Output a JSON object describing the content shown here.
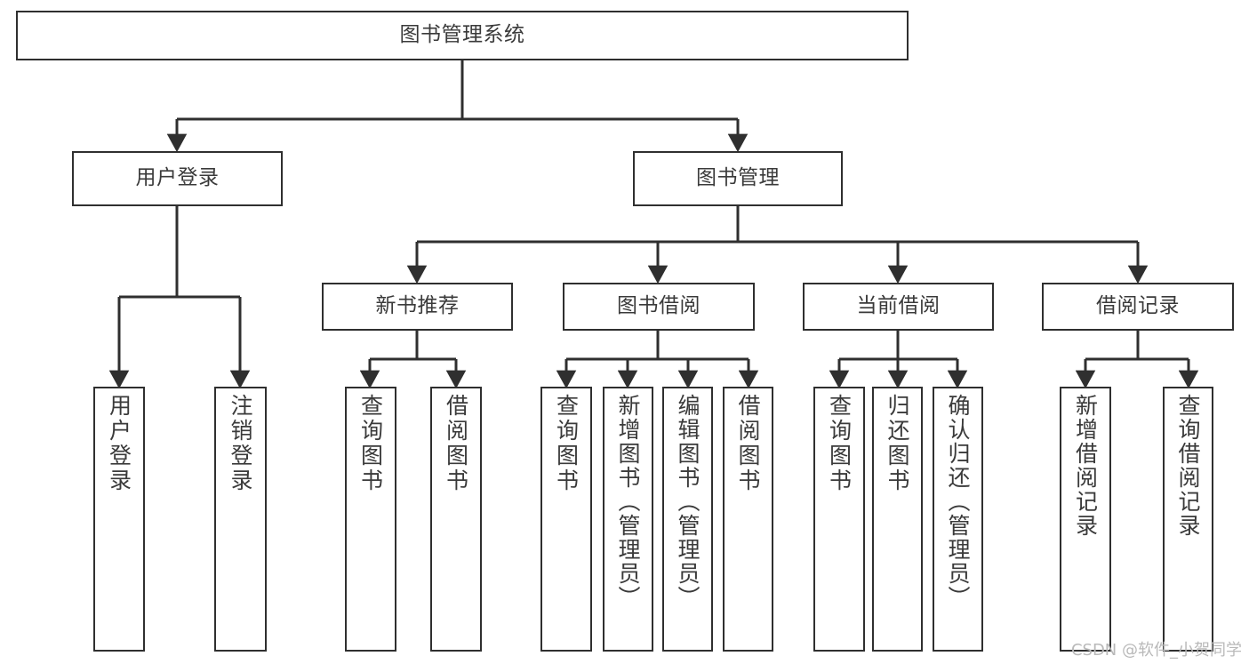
{
  "diagram": {
    "type": "tree-hierarchy",
    "title": "图书管理系统",
    "watermark": "CSDN @软件_小贺同学",
    "colors": {
      "box_border": "#2f2f2f",
      "box_fill": "#ffffff",
      "connector": "#2f2f2f",
      "text": "#3a3a3a",
      "watermark": "#b9b9b9",
      "background": "#ffffff"
    },
    "levels": {
      "root": "图书管理系统",
      "level2": [
        "用户登录",
        "图书管理"
      ],
      "level3": [
        "新书推荐",
        "图书借阅",
        "当前借阅",
        "借阅记录"
      ]
    },
    "nodes": {
      "root": "图书管理系统",
      "user_login": "用户登录",
      "book_manage": "图书管理",
      "new_book_rec": "新书推荐",
      "book_borrow": "图书借阅",
      "current_borrow": "当前借阅",
      "borrow_record": "借阅记录",
      "leaf_user_login": "用户登录",
      "leaf_logout": "注销登录",
      "leaf_query_book_1": "查询图书",
      "leaf_borrow_book_1": "借阅图书",
      "leaf_query_book_2": "查询图书",
      "leaf_add_book": "新增图书（管理员）",
      "leaf_edit_book": "编辑图书（管理员）",
      "leaf_borrow_book_2": "借阅图书",
      "leaf_query_book_3": "查询图书",
      "leaf_return_book": "归还图书",
      "leaf_confirm_return": "确认归还（管理员）",
      "leaf_add_record": "新增借阅记录",
      "leaf_query_record": "查询借阅记录"
    },
    "edges": [
      {
        "from": "图书管理系统",
        "to": "用户登录"
      },
      {
        "from": "图书管理系统",
        "to": "图书管理"
      },
      {
        "from": "用户登录",
        "to": "用户登录"
      },
      {
        "from": "用户登录",
        "to": "注销登录"
      },
      {
        "from": "图书管理",
        "to": "新书推荐"
      },
      {
        "from": "图书管理",
        "to": "图书借阅"
      },
      {
        "from": "图书管理",
        "to": "当前借阅"
      },
      {
        "from": "图书管理",
        "to": "借阅记录"
      },
      {
        "from": "新书推荐",
        "to": "查询图书"
      },
      {
        "from": "新书推荐",
        "to": "借阅图书"
      },
      {
        "from": "图书借阅",
        "to": "查询图书"
      },
      {
        "from": "图书借阅",
        "to": "新增图书（管理员）"
      },
      {
        "from": "图书借阅",
        "to": "编辑图书（管理员）"
      },
      {
        "from": "图书借阅",
        "to": "借阅图书"
      },
      {
        "from": "当前借阅",
        "to": "查询图书"
      },
      {
        "from": "当前借阅",
        "to": "归还图书"
      },
      {
        "from": "当前借阅",
        "to": "确认归还（管理员）"
      },
      {
        "from": "借阅记录",
        "to": "新增借阅记录"
      },
      {
        "from": "借阅记录",
        "to": "查询借阅记录"
      }
    ]
  }
}
